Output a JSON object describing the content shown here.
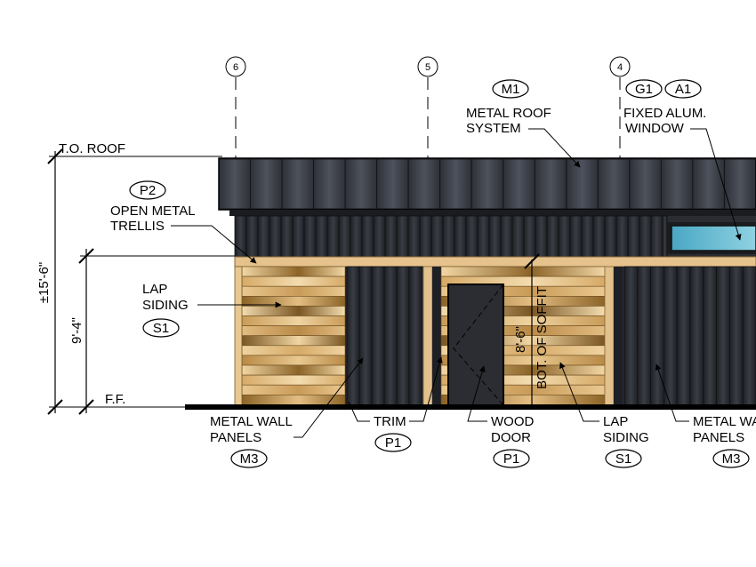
{
  "grid_markers": [
    "6",
    "5",
    "4"
  ],
  "levels": {
    "roof": "T.O. ROOF",
    "floor": "F.F."
  },
  "dimensions": {
    "overall_height": "±15'-6\"",
    "siding_height": "9'-4\"",
    "soffit_height": "8'-6\"",
    "soffit_label": "BOT. OF SOFFIT"
  },
  "callouts": {
    "metal_roof": {
      "tag": "M1",
      "line1": "METAL ROOF",
      "line2": "SYSTEM"
    },
    "window": {
      "tag1": "G1",
      "tag2": "A1",
      "line1": "FIXED ALUM.",
      "line2": "WINDOW"
    },
    "trellis": {
      "tag": "P2",
      "line1": "OPEN METAL",
      "line2": "TRELLIS"
    },
    "lap_siding_left": {
      "tag": "S1",
      "line1": "LAP",
      "line2": "SIDING"
    },
    "wall_panels_left": {
      "tag": "M3",
      "line1": "METAL WALL",
      "line2": "PANELS"
    },
    "trim": {
      "tag": "P1",
      "line1": "TRIM"
    },
    "door": {
      "tag": "P1",
      "line1": "WOOD",
      "line2": "DOOR"
    },
    "lap_siding_right": {
      "tag": "S1",
      "line1": "LAP",
      "line2": "SIDING"
    },
    "wall_panels_right": {
      "tag": "M3",
      "line1": "METAL WALL",
      "line2": "PANELS"
    }
  },
  "colors": {
    "roof": "#3a3d45",
    "fascia": "#1f2126",
    "metal_panel": "#2b2d33",
    "wood_light": "#e8c891",
    "wood_dark": "#7a5a26",
    "trim": "#e3c18c",
    "glass": "#5fb8cf"
  }
}
